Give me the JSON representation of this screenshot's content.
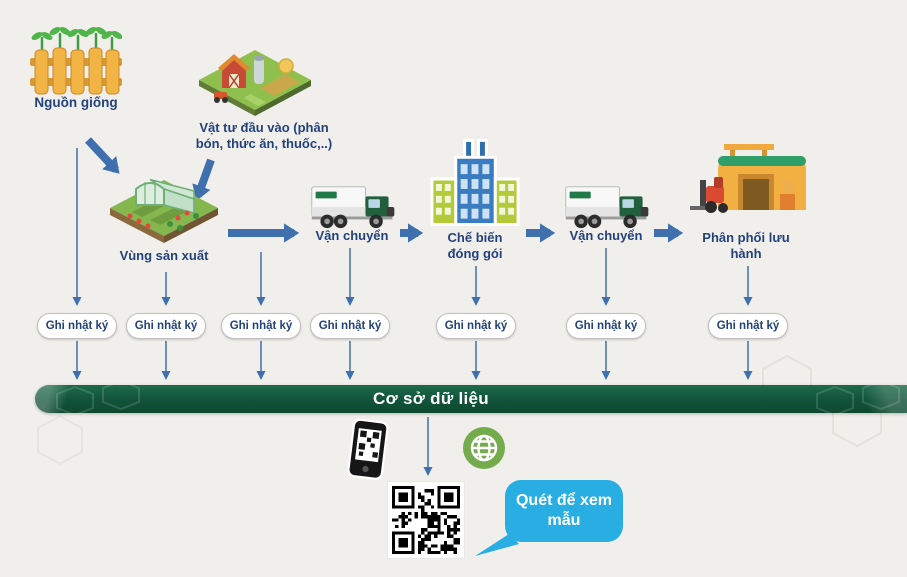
{
  "diagram": {
    "stages": [
      {
        "id": "nguon-giong",
        "label": "Nguồn giống",
        "icon": "seedling-fence-icon"
      },
      {
        "id": "vat-tu-dau-vao",
        "label": "Vật tư đầu vào (phân bón, thức ăn, thuốc,..)",
        "icon": "farm-icon"
      },
      {
        "id": "vung-san-xuat",
        "label": "Vùng sản xuất",
        "icon": "greenhouse-icon"
      },
      {
        "id": "van-chuyen-1",
        "label": "Vận chuyển",
        "icon": "truck-icon"
      },
      {
        "id": "che-bien-dong-goi",
        "label": "Chế biến đóng gói",
        "icon": "factory-icon"
      },
      {
        "id": "van-chuyen-2",
        "label": "Vận chuyển",
        "icon": "truck-icon"
      },
      {
        "id": "phan-phoi-luu-hanh",
        "label": "Phân phối lưu hành",
        "icon": "warehouse-forklift-icon"
      }
    ],
    "log_button": {
      "label": "Ghi nhật ký",
      "count": 7
    },
    "database_bar": {
      "label": "Cơ sở dữ liệu"
    },
    "scan_bubble": {
      "label": "Quét để xem mẫu"
    },
    "bottom_icons": [
      "smartphone-qr-icon",
      "globe-icon",
      "qr-code"
    ],
    "colors": {
      "arrow": "#3f6fad",
      "label_text": "#23427c",
      "bar_green_light": "#1d6b4a",
      "bar_green_dark": "#0d492f",
      "bubble_blue": "#29aee4",
      "background": "#f1efec"
    }
  }
}
